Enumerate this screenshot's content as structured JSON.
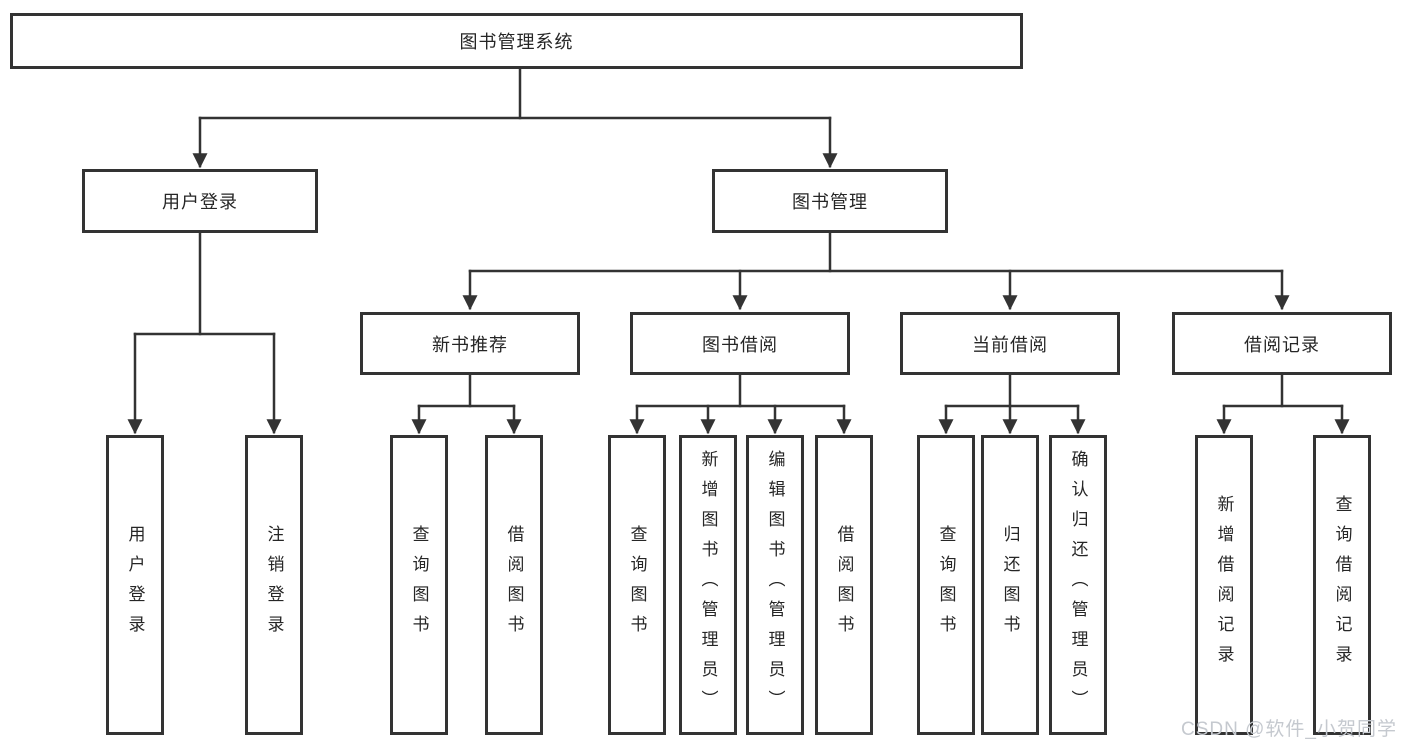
{
  "diagram": {
    "root": {
      "label": "图书管理系统"
    },
    "level2": [
      {
        "label": "用户登录"
      },
      {
        "label": "图书管理"
      }
    ],
    "level3": [
      {
        "label": "新书推荐"
      },
      {
        "label": "图书借阅"
      },
      {
        "label": "当前借阅"
      },
      {
        "label": "借阅记录"
      }
    ],
    "leaves": {
      "user_login": [
        {
          "label": "用户登录"
        },
        {
          "label": "注销登录"
        }
      ],
      "new_book_recommend": [
        {
          "label": "查询图书"
        },
        {
          "label": "借阅图书"
        }
      ],
      "book_borrowing": [
        {
          "label": "查询图书"
        },
        {
          "label": "新增图书（管理员）"
        },
        {
          "label": "编辑图书（管理员）"
        },
        {
          "label": "借阅图书"
        }
      ],
      "current_borrowing": [
        {
          "label": "查询图书"
        },
        {
          "label": "归还图书"
        },
        {
          "label": "确认归还（管理员）"
        }
      ],
      "borrowing_records": [
        {
          "label": "新增借阅记录"
        },
        {
          "label": "查询借阅记录"
        }
      ]
    },
    "watermark": "CSDN @软件_小贺同学",
    "colors": {
      "line": "#333333",
      "text": "#262626",
      "watermark": "#c5c9cf",
      "background": "#ffffff"
    }
  }
}
